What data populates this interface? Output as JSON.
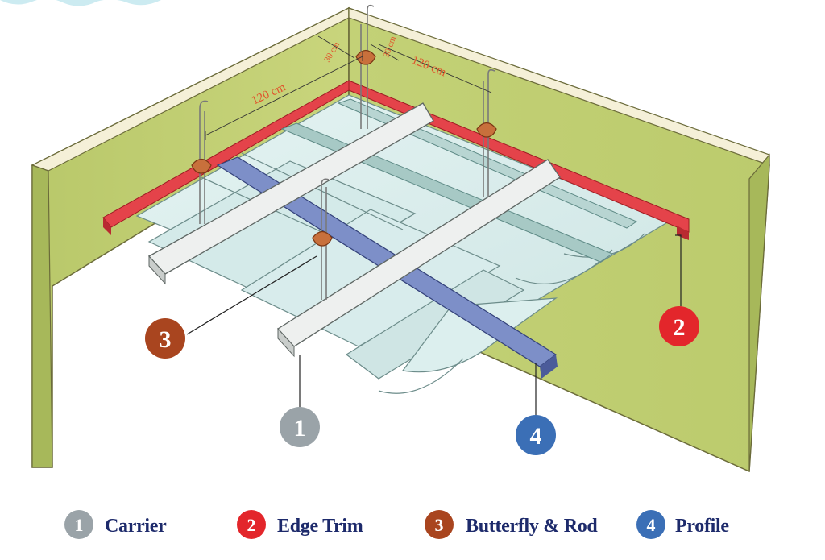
{
  "dimensions": {
    "left_span": "120 cm",
    "right_span": "120 cm",
    "left_gap": "30 cm",
    "right_gap": "30 cm"
  },
  "components": [
    {
      "number": "1",
      "label": "Carrier",
      "color": "#9aa3a8"
    },
    {
      "number": "2",
      "label": "Edge Trim",
      "color": "#e3262b"
    },
    {
      "number": "3",
      "label": "Butterfly & Rod",
      "color": "#a9451f"
    },
    {
      "number": "4",
      "label": "Profile",
      "color": "#3b6fb6"
    }
  ],
  "colors": {
    "wall": "#c7d67a",
    "wall_top": "#f5f0d8",
    "panel": "#dbeeee",
    "trim": "#e4434a",
    "profile": "#7d8fc8",
    "carrier": "#eef0ef",
    "clip": "#c8703c"
  }
}
